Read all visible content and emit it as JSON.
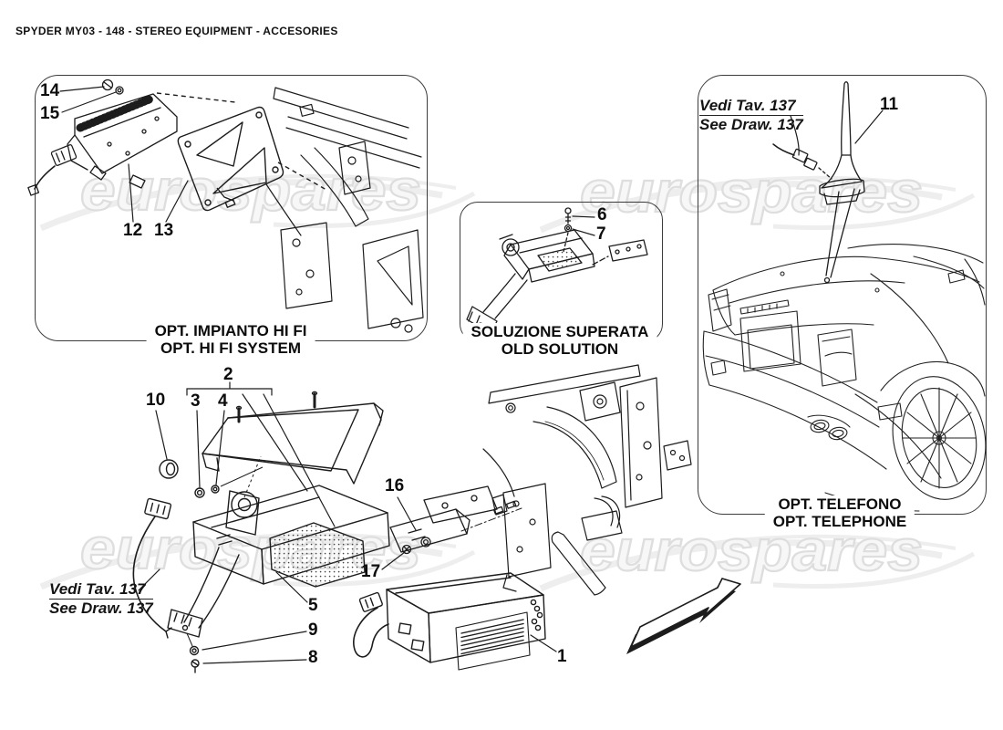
{
  "page": {
    "title": "SPYDER MY03 - 148 - STEREO EQUIPMENT - ACCESORIES"
  },
  "watermark": {
    "text": "eurospares"
  },
  "panels": {
    "hifi": {
      "caption_it": "OPT. IMPIANTO HI FI",
      "caption_en": "OPT. HI FI SYSTEM"
    },
    "old_solution": {
      "caption_it": "SOLUZIONE SUPERATA",
      "caption_en": "OLD SOLUTION"
    },
    "telephone": {
      "caption_it": "OPT. TELEFONO",
      "caption_en": "OPT. TELEPHONE"
    }
  },
  "references": {
    "telephone": {
      "it": "Vedi Tav. 137",
      "en": "See Draw. 137"
    },
    "main": {
      "it": "Vedi Tav. 137",
      "en": "See Draw. 137"
    }
  },
  "part_labels": {
    "p1": "1",
    "p2": "2",
    "p3": "3",
    "p4": "4",
    "p5": "5",
    "p6": "6",
    "p7": "7",
    "p8": "8",
    "p9": "9",
    "p10": "10",
    "p11": "11",
    "p12": "12",
    "p13": "13",
    "p14": "14",
    "p15": "15",
    "p16": "16",
    "p17": "17"
  },
  "colors": {
    "line": "#1c1c1c",
    "watermark_stroke": "#dedede",
    "watermark_fill": "#f7f7f7"
  }
}
